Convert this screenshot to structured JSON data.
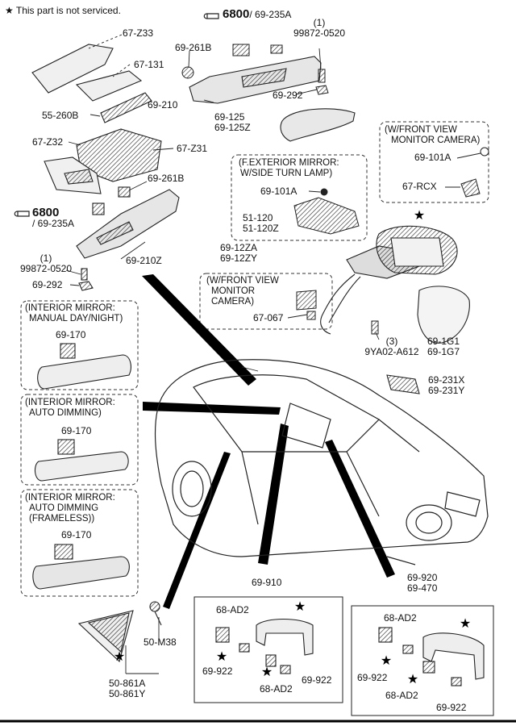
{
  "notice": {
    "star": "★",
    "text": "This part is not serviced."
  },
  "refs": {
    "ref_top": {
      "num": "6800",
      "sub": "/ 69-235A"
    },
    "ref_left": {
      "num": "6800",
      "sub": "/ 69-235A"
    }
  },
  "boxes": {
    "front_camera_top": [
      "(W/FRONT VIEW",
      "MONITOR CAMERA)"
    ],
    "ext_mirror": [
      "(F.EXTERIOR MIRROR:",
      "W/SIDE TURN LAMP)"
    ],
    "front_camera_mid": [
      "(W/FRONT VIEW",
      "MONITOR",
      "CAMERA)"
    ],
    "interior_manual": [
      "(INTERIOR MIRROR:",
      "MANUAL DAY/NIGHT)"
    ],
    "interior_auto": [
      "(INTERIOR MIRROR:",
      "AUTO DIMMING)"
    ],
    "interior_frameless": [
      "(INTERIOR MIRROR:",
      "AUTO DIMMING",
      "(FRAMELESS))"
    ]
  },
  "labels": {
    "l_99872_top": [
      "(1)",
      "99872-0520"
    ],
    "l_67z33": "67-Z33",
    "l_69261b_top": "69-261B",
    "l_67131": "67-131",
    "l_69292_top": "69-292",
    "l_69210": "69-210",
    "l_55260b": "55-260B",
    "l_69125": [
      "69-125",
      "69-125Z"
    ],
    "l_67z32": "67-Z32",
    "l_67z31": "67-Z31",
    "l_69261b_mid": "69-261B",
    "l_69101a_top": "69-101A",
    "l_67rcx": "67-RCX",
    "l_69101a_mid": "69-101A",
    "l_51120": [
      "51-120",
      "51-120Z"
    ],
    "l_69210z": "69-210Z",
    "l_99872_left": [
      "(1)",
      "99872-0520"
    ],
    "l_69292_left": "69-292",
    "l_6912za": [
      "69-12ZA",
      "69-12ZY"
    ],
    "l_67067": "67-067",
    "l_9ya02": [
      "(3)",
      "9YA02-A612"
    ],
    "l_691g1": [
      "69-1G1",
      "69-1G7"
    ],
    "l_69170_a": "69-170",
    "l_69170_b": "69-170",
    "l_69170_c": "69-170",
    "l_69231": [
      "69-231X",
      "69-231Y"
    ],
    "l_69910": "69-910",
    "l_69920": [
      "69-920",
      "69-470"
    ],
    "l_50m38": "50-M38",
    "l_50861": [
      "50-861A",
      "50-861Y"
    ],
    "l_68ad2_a": "68-AD2",
    "l_69922_a": "69-922",
    "l_68ad2_b": "68-AD2",
    "l_69922_b": "69-922",
    "l_68ad2_c": "68-AD2",
    "l_69922_c": "69-922",
    "l_68ad2_d": "68-AD2",
    "l_69922_d": "69-922"
  }
}
